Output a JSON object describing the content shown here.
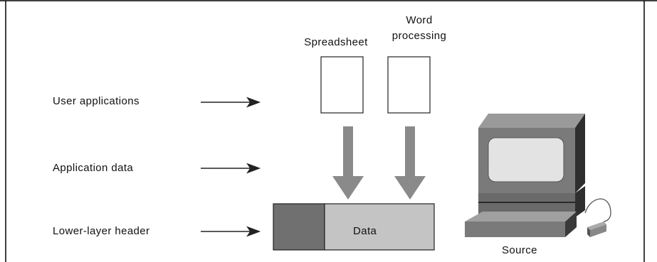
{
  "diagram": {
    "layer_labels": {
      "user_applications": "User applications",
      "application_data": "Application data",
      "lower_layer_header": "Lower-layer header"
    },
    "applications": {
      "spreadsheet": "Spreadsheet",
      "word_processing": "Word processing"
    },
    "data_block": {
      "data_label": "Data"
    },
    "source_label": "Source"
  }
}
